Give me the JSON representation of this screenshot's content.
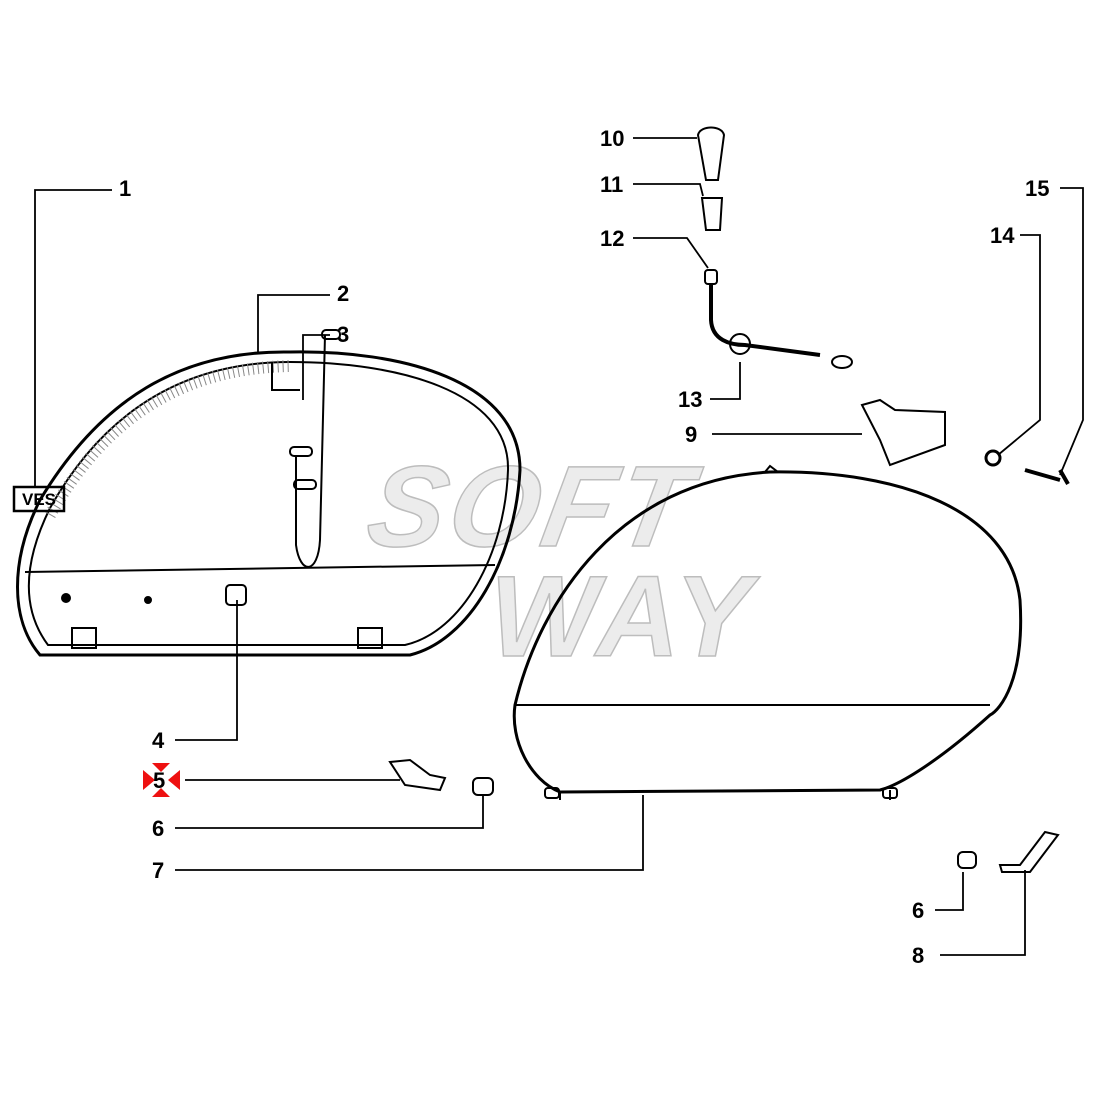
{
  "watermark": {
    "line1": "SOFT",
    "line2": "WAY"
  },
  "emblem_text": "VES",
  "highlight_colors": {
    "yellow": "#ffff33",
    "cyan": "#33cccc",
    "marker": "#ee1111"
  },
  "callouts": [
    {
      "id": "1",
      "highlight": "yellow"
    },
    {
      "id": "2",
      "highlight": "yellow"
    },
    {
      "id": "3",
      "highlight": "yellow"
    },
    {
      "id": "4",
      "highlight": "yellow"
    },
    {
      "id": "5",
      "highlight": "yellow",
      "selected": true
    },
    {
      "id": "6",
      "highlight": "cyan"
    },
    {
      "id": "7",
      "highlight": "yellow"
    },
    {
      "id": "6",
      "highlight": "cyan"
    },
    {
      "id": "8",
      "highlight": "yellow"
    },
    {
      "id": "9",
      "highlight": "yellow"
    },
    {
      "id": "10",
      "highlight": "yellow"
    },
    {
      "id": "11",
      "highlight": "yellow"
    },
    {
      "id": "12",
      "highlight": "yellow"
    },
    {
      "id": "13",
      "highlight": "yellow"
    },
    {
      "id": "14",
      "highlight": "yellow"
    },
    {
      "id": "15",
      "highlight": "yellow"
    }
  ]
}
